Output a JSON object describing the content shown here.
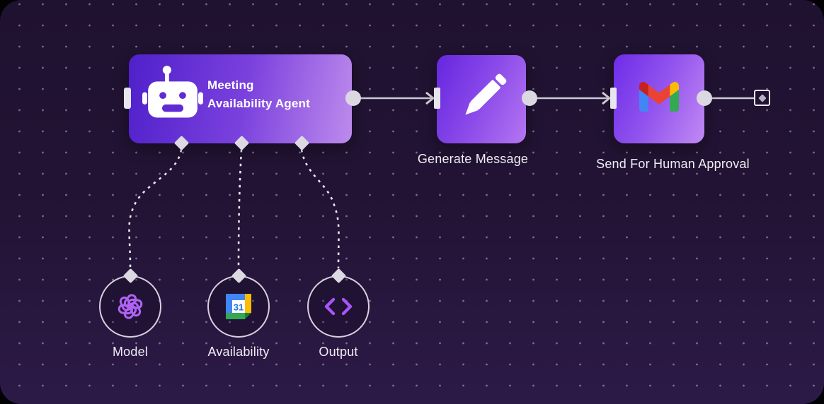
{
  "nodes": {
    "agent": {
      "title": "Meeting\nAvailability Agent",
      "icon": "robot"
    },
    "generate_message": {
      "label": "Generate Message",
      "icon": "pencil"
    },
    "send_approval": {
      "label": "Send For Human Approval",
      "icon": "gmail"
    }
  },
  "subnodes": {
    "model": {
      "label": "Model",
      "icon": "openai-logo"
    },
    "availability": {
      "label": "Availability",
      "icon": "google-calendar",
      "calendar_day": "31"
    },
    "output": {
      "label": "Output",
      "icon": "code-brackets"
    }
  },
  "colors": {
    "canvas_top": "#1f1230",
    "canvas_bottom": "#2c1a47",
    "node_gradient_start": "#4f20ca",
    "node_gradient_end": "#bd8bec",
    "connector": "#cdc9d8",
    "openai_purple": "#ae62f2",
    "brackets_purple": "#a855f7",
    "gmail_red": "#ea4335",
    "gmail_blue": "#4285f4",
    "gmail_green": "#34a853",
    "gmail_yellow": "#fbbc04",
    "calendar_blue": "#4285f4",
    "calendar_day_blue": "#1a73e8"
  }
}
